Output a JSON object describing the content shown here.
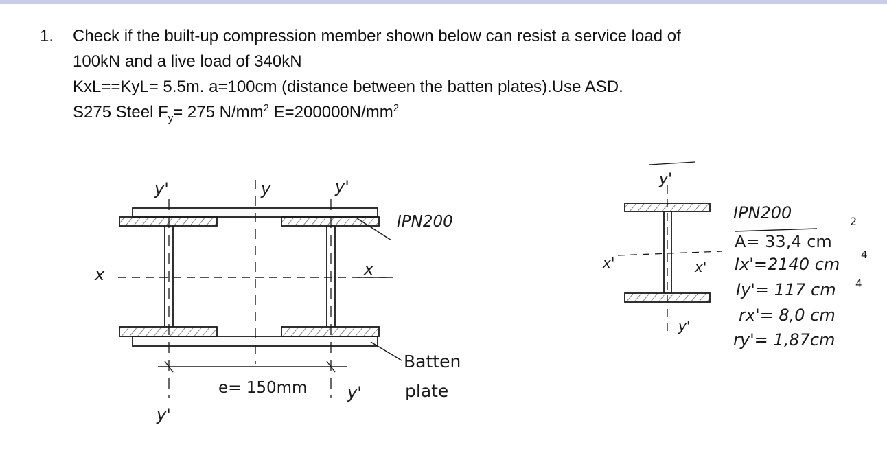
{
  "problem": {
    "number": "1.",
    "line1": "Check if the built-up compression member shown below can resist a service load of",
    "line2": "100kN and a live load of 340kN",
    "line3": "KxL==KyL= 5.5m. a=100cm (distance between the batten plates).Use ASD.",
    "line4_a": "S275 Steel F",
    "line4_sub": "y",
    "line4_b": "= 275 N/mm",
    "line4_sup1": "2",
    "line4_c": " E=200000N/mm",
    "line4_sup2": "2"
  },
  "left_figure": {
    "label_y1_left": "y'",
    "label_y_center": "y",
    "label_y1_right": "y'",
    "label_x_left": "x",
    "label_x_right": "x",
    "label_section": "IPN200",
    "label_spacing": "e= 150mm",
    "label_y1_bottom_left": "y'",
    "label_y1_bottom_right": "y'",
    "label_batten": "Batten",
    "label_plate": "plate"
  },
  "right_figure": {
    "label_y1_top": "y'",
    "label_y1_bottom": "y'",
    "label_x1_left": "x'",
    "label_x1_right": "x'",
    "section": "IPN200",
    "area_label": "A= 33,4 cm",
    "area_exp": "2",
    "ix": "Ix'=2140 cm",
    "ix_exp": "4",
    "iy": "Iy'= 117 cm",
    "iy_exp": "4",
    "rx": "rx'= 8,0 cm",
    "ry": "ry'= 1,87cm"
  }
}
